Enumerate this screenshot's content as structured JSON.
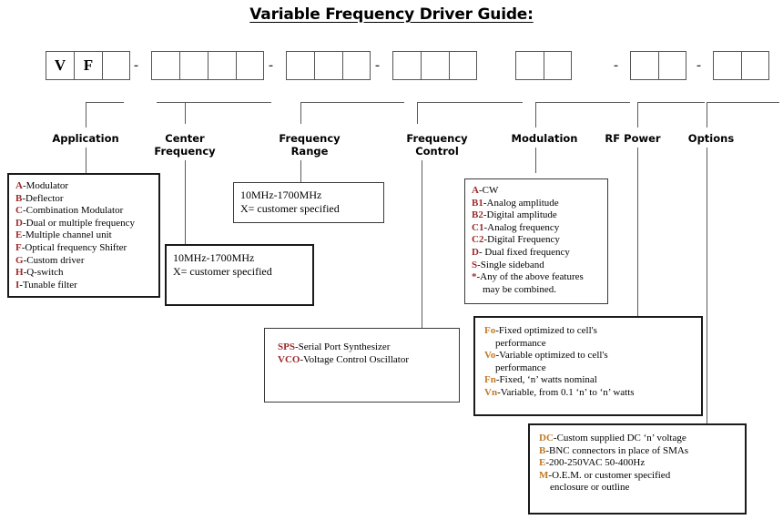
{
  "title": "Variable Frequency Driver Guide:",
  "part_number": {
    "groups": [
      {
        "name": "prefix",
        "cells": [
          "V",
          "F",
          ""
        ]
      },
      {
        "name": "center-frequency",
        "cells": [
          "",
          "",
          "",
          ""
        ]
      },
      {
        "name": "frequency-range",
        "cells": [
          "",
          "",
          ""
        ]
      },
      {
        "name": "frequency-control",
        "cells": [
          "",
          "",
          ""
        ]
      },
      {
        "name": "modulation",
        "cells": [
          "",
          ""
        ]
      },
      {
        "name": "rf-power",
        "cells": [
          "",
          ""
        ]
      },
      {
        "name": "options",
        "cells": [
          "",
          ""
        ]
      }
    ],
    "separator": "-"
  },
  "categories": [
    {
      "id": "application",
      "label": "Application"
    },
    {
      "id": "center-frequency",
      "label": "Center\nFrequency"
    },
    {
      "id": "frequency-range",
      "label": "Frequency\nRange"
    },
    {
      "id": "frequency-control",
      "label": "Frequency\nControl"
    },
    {
      "id": "modulation",
      "label": "Modulation"
    },
    {
      "id": "rf-power",
      "label": "RF Power"
    },
    {
      "id": "options",
      "label": "Options"
    }
  ],
  "legend": {
    "application": {
      "title": "Application",
      "entries": [
        {
          "code": "A",
          "sep": "-",
          "text": "Modulator"
        },
        {
          "code": "B",
          "sep": "-",
          "text": "Deflector"
        },
        {
          "code": "C",
          "sep": "-",
          "text": "Combination Modulator"
        },
        {
          "code": "D",
          "sep": "-",
          "text": "Dual or multiple frequency"
        },
        {
          "code": "E",
          "sep": "-",
          "text": "Multiple channel unit"
        },
        {
          "code": "F",
          "sep": "-",
          "text": "Optical frequency Shifter"
        },
        {
          "code": "G",
          "sep": "-",
          "text": "Custom driver"
        },
        {
          "code": "H",
          "sep": "-",
          "text": "Q-switch"
        },
        {
          "code": "I",
          "sep": "-",
          "text": "Tunable filter"
        }
      ]
    },
    "center_frequency": {
      "title": "Center Frequency",
      "lines": [
        "10MHz-1700MHz",
        "X= customer specified"
      ]
    },
    "frequency_range": {
      "title": "Frequency Range",
      "lines": [
        "10MHz-1700MHz",
        "X= customer specified"
      ]
    },
    "frequency_control": {
      "title": "Frequency Control",
      "entries": [
        {
          "code": "SPS",
          "sep": "-",
          "text": "Serial Port Synthesizer"
        },
        {
          "code": "VCO",
          "sep": "-",
          "text": "Voltage Control Oscillator"
        }
      ]
    },
    "modulation": {
      "title": "Modulation",
      "entries": [
        {
          "code": "A",
          "sep": "-",
          "text": "CW"
        },
        {
          "code": "B1",
          "sep": "-",
          "text": "Analog amplitude"
        },
        {
          "code": "B2",
          "sep": "-",
          "text": "Digital amplitude"
        },
        {
          "code": "C1",
          "sep": "-",
          "text": "Analog frequency"
        },
        {
          "code": "C2",
          "sep": "-",
          "text": "Digital Frequency"
        },
        {
          "code": "D",
          "sep": "- ",
          "text": "Dual fixed frequency"
        },
        {
          "code": "S",
          "sep": "-",
          "text": "Single sideband"
        },
        {
          "code": "*",
          "sep": "-",
          "text": "Any of the above features"
        }
      ],
      "continuation": "may be combined."
    },
    "rf_power": {
      "title": "RF Power",
      "entries": [
        {
          "code": "Fo",
          "sep": "-",
          "text": "Fixed optimized to cell's",
          "cont": "performance"
        },
        {
          "code": "Vo",
          "sep": "-",
          "text": "Variable optimized   to cell's",
          "cont": "performance"
        },
        {
          "code": "Fn",
          "sep": "-",
          "text": "Fixed, ‘n’ watts nominal",
          "cont": ""
        },
        {
          "code": "Vn",
          "sep": "-",
          "text": "Variable, from 0.1 ‘n’ to ‘n’ watts",
          "cont": ""
        }
      ]
    },
    "options": {
      "title": "Options",
      "entries": [
        {
          "code": "DC",
          "sep": "-",
          "text": "Custom supplied DC ‘n’ voltage",
          "cont": ""
        },
        {
          "code": "B",
          "sep": "-",
          "text": "BNC connectors in place of SMAs",
          "cont": ""
        },
        {
          "code": "E",
          "sep": "-",
          "text": "200-250VAC 50-400Hz",
          "cont": ""
        },
        {
          "code": "M",
          "sep": "-",
          "text": "O.E.M. or customer specified",
          "cont": "enclosure or outline"
        }
      ]
    }
  },
  "colors": {
    "code_red": "#9e2b2b",
    "code_orange": "#c07a27",
    "line": "#5a5a5a",
    "box_border": "#3a3a3a"
  }
}
